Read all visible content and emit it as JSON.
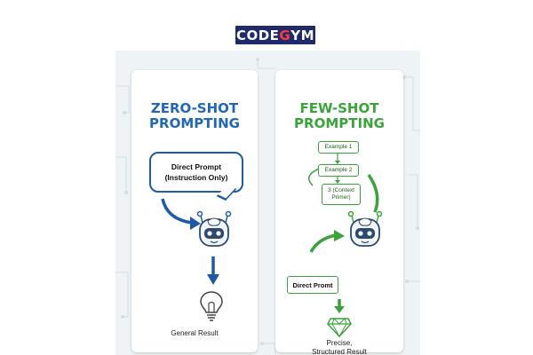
{
  "brand": {
    "logo_main": "CODE",
    "logo_accent": "G",
    "logo_tail": "YM"
  },
  "zero_shot": {
    "title_line1": "ZERO-SHOT",
    "title_line2": "PROMPTING",
    "bubble_line1": "Direct Prompt",
    "bubble_line2": "(Instruction Only)",
    "result": "General Result",
    "robot_icon": "robot-icon",
    "result_icon": "lightbulb-icon"
  },
  "few_shot": {
    "title_line1": "FEW-SHOT",
    "title_line2": "PROMPTING",
    "example1": "Example 1",
    "example2": "Example 2",
    "example3": "3 (Context Primer)",
    "direct_prompt": "Direct Promt",
    "result_line1": "Precise,",
    "result_line2": "Structured Result",
    "robot_icon": "robot-icon",
    "result_icon": "diamond-icon"
  },
  "colors": {
    "blue": "#1e5aa8",
    "green": "#3aa33a",
    "brand_navy": "#1f2a6b",
    "brand_red": "#ff3b3b"
  }
}
